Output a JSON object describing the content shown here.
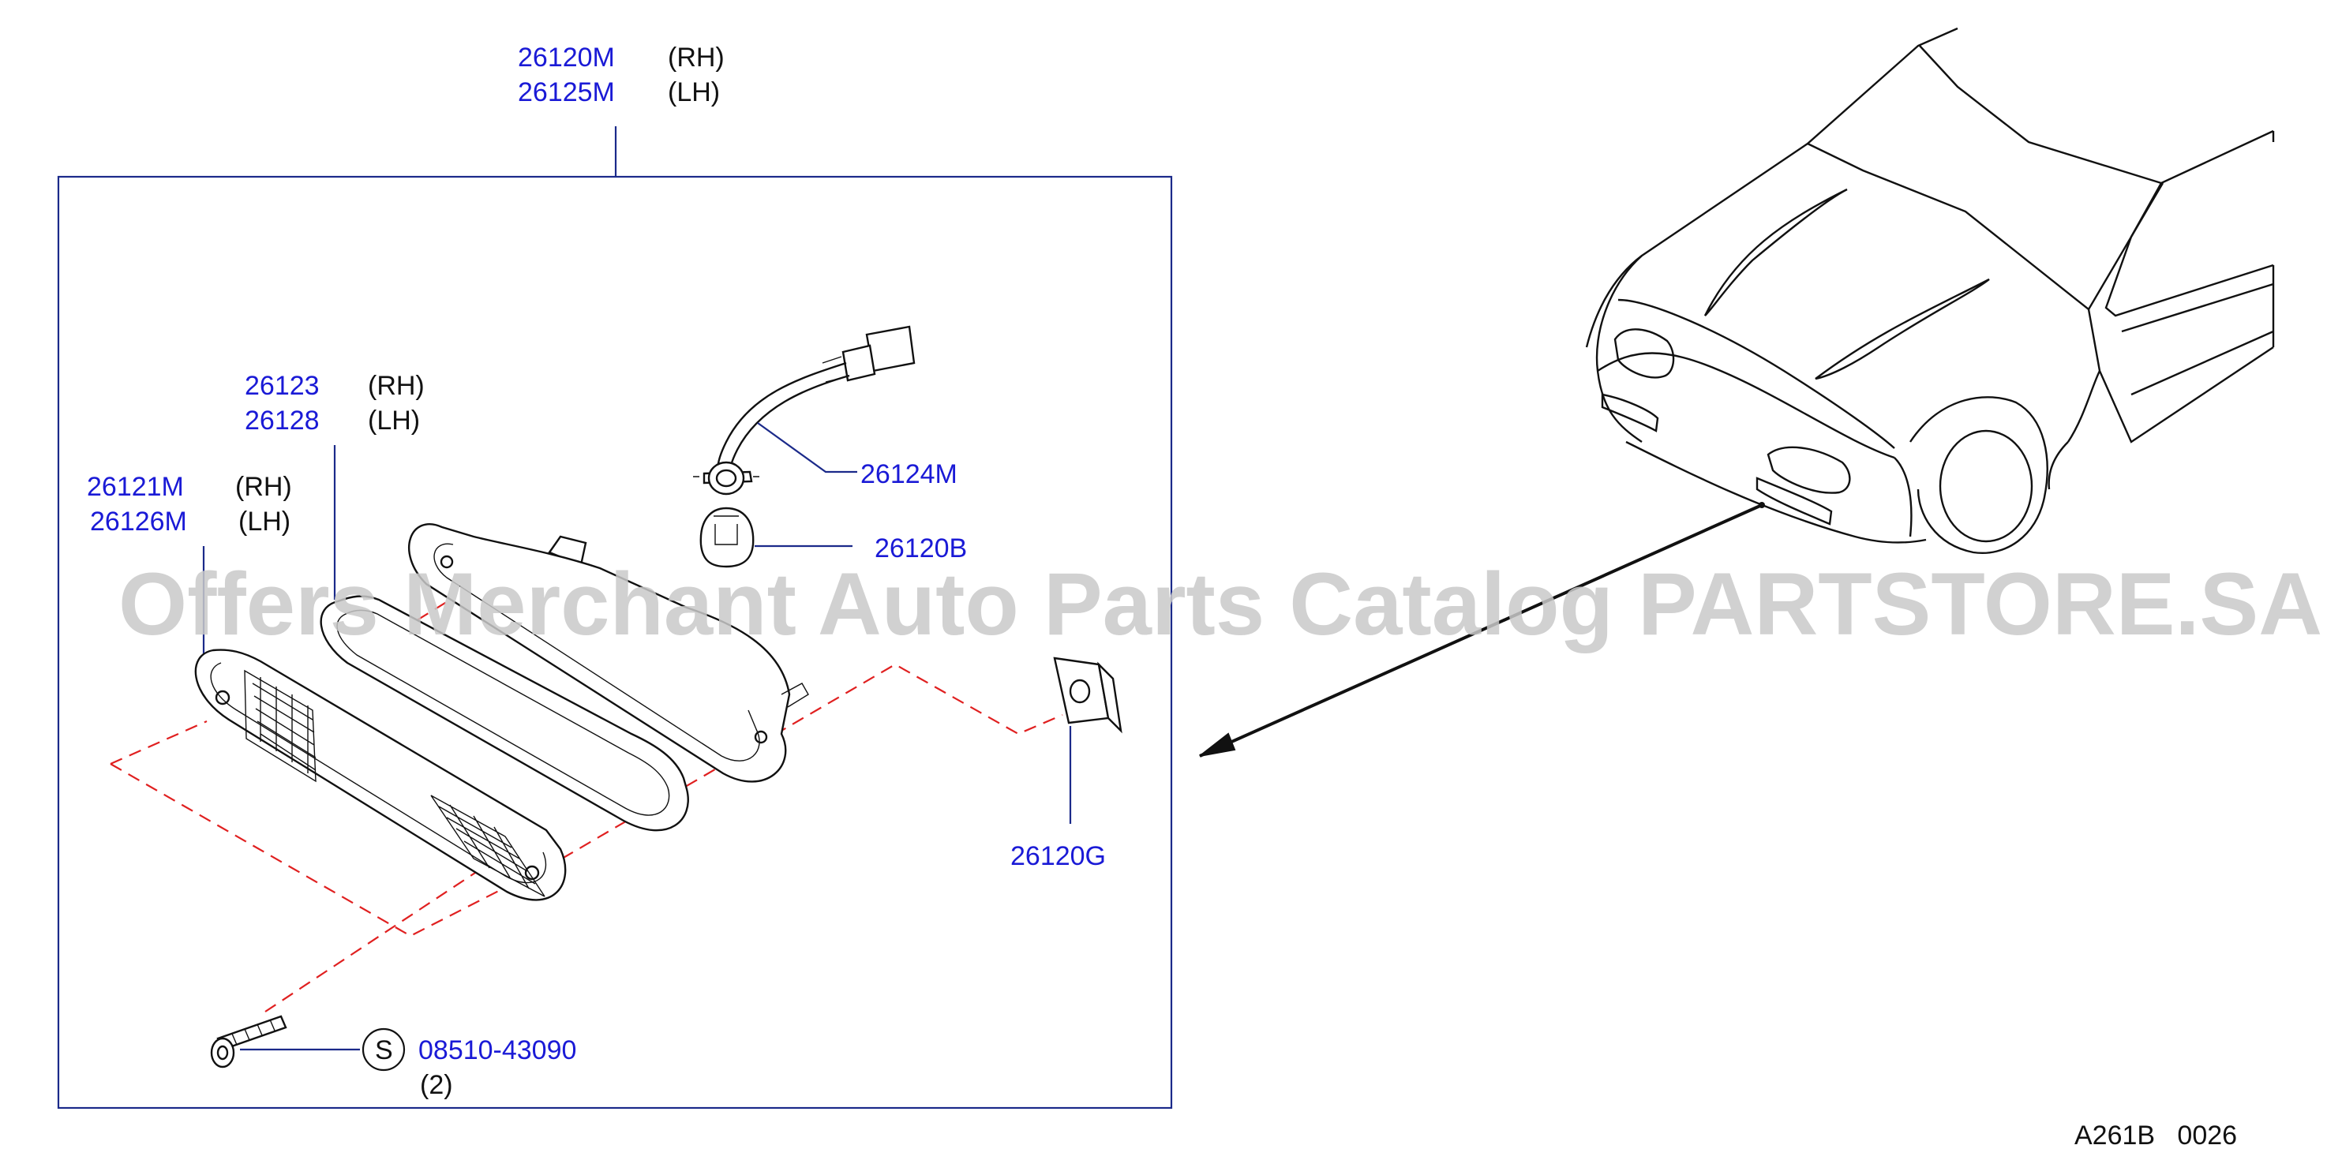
{
  "diagram": {
    "callouts": [
      {
        "id": "housing",
        "part_numbers": [
          "26120M",
          "26125M"
        ],
        "sides": [
          "(RH)",
          "(LH)"
        ]
      },
      {
        "id": "gasket",
        "part_numbers": [
          "26123",
          "26128"
        ],
        "sides": [
          "(RH)",
          "(LH)"
        ]
      },
      {
        "id": "lens",
        "part_numbers": [
          "26121M",
          "26126M"
        ],
        "sides": [
          "(RH)",
          "(LH)"
        ]
      },
      {
        "id": "socket",
        "part_numbers": [
          "26124M"
        ]
      },
      {
        "id": "bulb",
        "part_numbers": [
          "26120B"
        ]
      },
      {
        "id": "clip",
        "part_numbers": [
          "26120G"
        ]
      },
      {
        "id": "screw",
        "part_numbers": [
          "08510-43090"
        ],
        "symbol": "S",
        "quantity": "(2)"
      }
    ],
    "reference_code": "A261B   0026",
    "watermark": "Offers Merchant Auto Parts Catalog PARTSTORE.SA",
    "colors": {
      "part_number": "#1a1ad6",
      "leader": "#1b2a8a",
      "dashed": "#e02020",
      "frame": "#1b2a8a"
    }
  }
}
